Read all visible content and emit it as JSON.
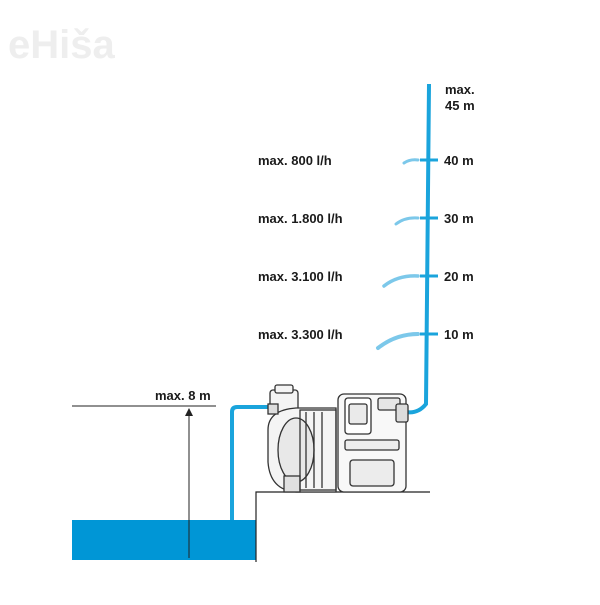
{
  "watermark": "eHiša",
  "suction": {
    "label": "max. 8 m"
  },
  "max_height": {
    "line1": "max.",
    "line2": "45 m"
  },
  "levels": [
    {
      "height": "40 m",
      "flow": "max. 800 l/h"
    },
    {
      "height": "30 m",
      "flow": "max. 1.800 l/h"
    },
    {
      "height": "20 m",
      "flow": "max. 3.100 l/h"
    },
    {
      "height": "10 m",
      "flow": "max. 3.300 l/h"
    }
  ],
  "colors": {
    "water": "#0096d6",
    "pipe": "#1aa4dc",
    "line": "#222222"
  }
}
